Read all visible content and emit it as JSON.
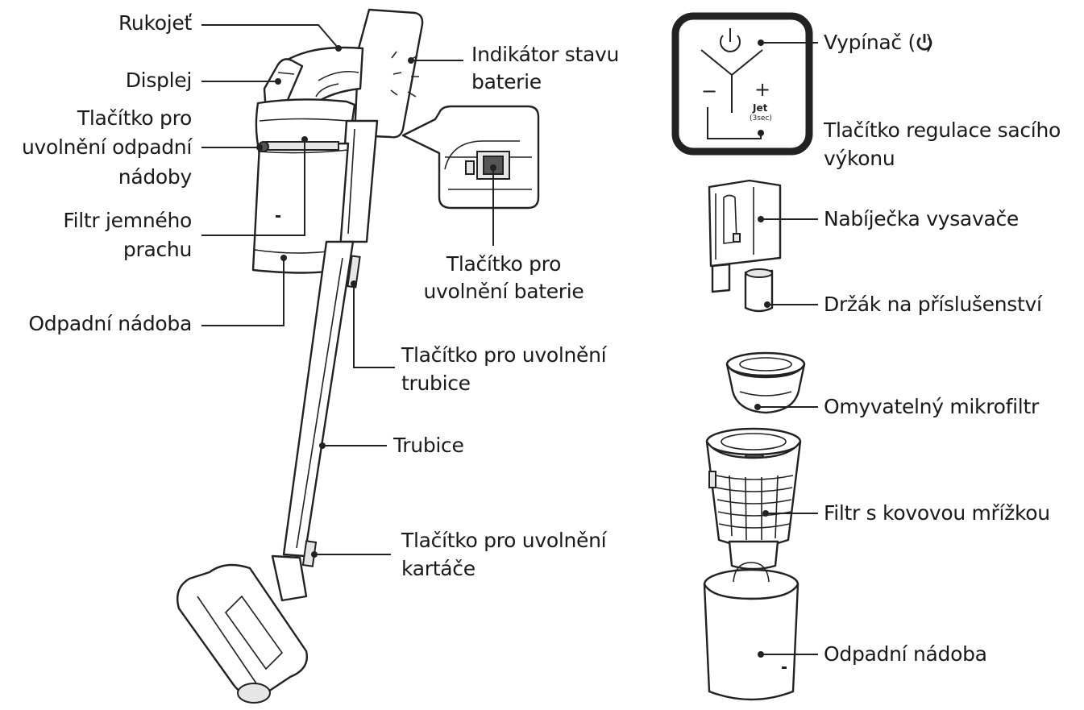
{
  "labels": {
    "handle": "Rukojeť",
    "display": "Displej",
    "bin_release_1": "Tlačítko pro",
    "bin_release_2": "uvolnění odpadní",
    "bin_release_3": "nádoby",
    "fine_filter_1": "Filtr jemného",
    "fine_filter_2": "prachu",
    "dust_bin_left": "Odpadní nádoba",
    "battery_indicator_1": "Indikátor stavu",
    "battery_indicator_2": "baterie",
    "battery_release_1": "Tlačítko pro",
    "battery_release_2": "uvolnění baterie",
    "pipe_release_1": "Tlačítko pro uvolnění",
    "pipe_release_2": "trubice",
    "pipe": "Trubice",
    "brush_release_1": "Tlačítko pro uvolnění",
    "brush_release_2": "kartáče",
    "power_switch": "Vypínač (",
    "power_switch_close": ")",
    "suction_control_1": "Tlačítko regulace sacího",
    "suction_control_2": "výkonu",
    "charger": "Nabíječka vysavače",
    "accessory_holder": "Držák na příslušenství",
    "microfilter": "Omyvatelný mikrofiltr",
    "mesh_filter": "Filtr s kovovou mřížkou",
    "dust_bin_right": "Odpadní nádoba"
  },
  "panel": {
    "minus": "−",
    "plus": "+",
    "jet": "Jet",
    "jet_sub": "(3sec)"
  },
  "icons": [
    "power-icon",
    "y-divider-icon"
  ]
}
